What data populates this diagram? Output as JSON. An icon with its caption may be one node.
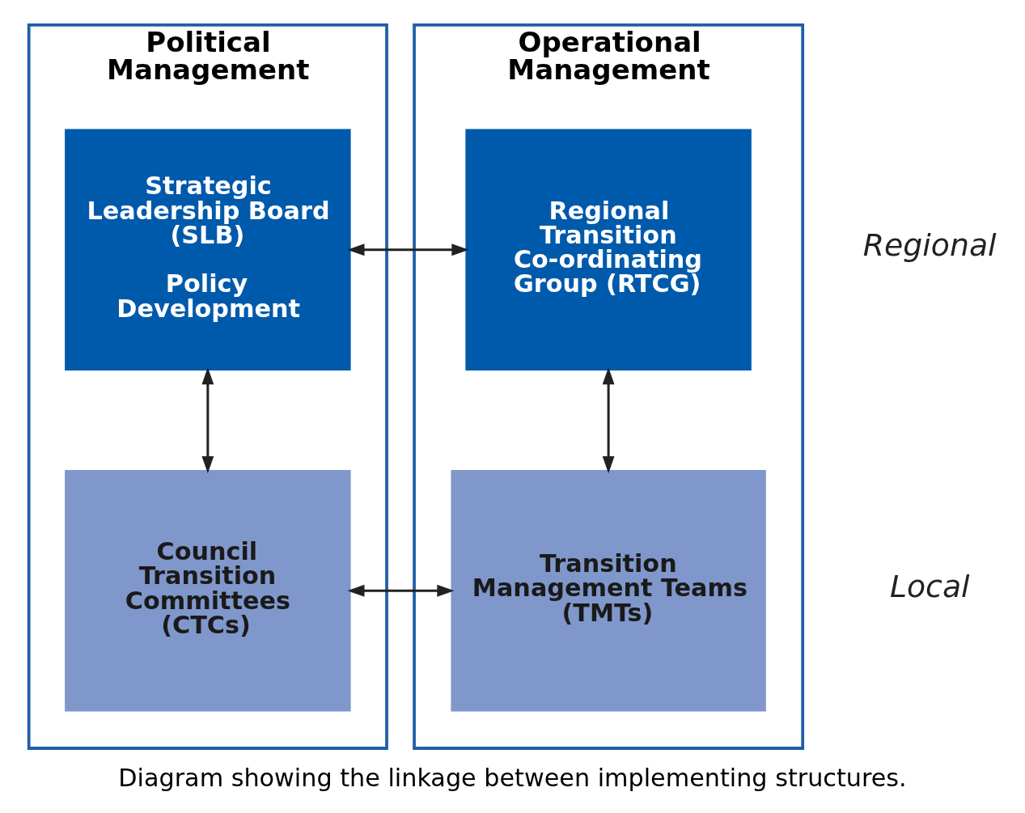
{
  "diagram": {
    "caption": "Diagram showing the linkage between implementing structures.",
    "nodes": [
      {
        "text": [
          "Political Management"
        ]
      },
      {
        "text": [
          "Strategic Leadership Board (SLB)",
          "Policy Development"
        ],
        "in": 0
      },
      {
        "text": [
          "Council Transition Committees (CTCs)"
        ],
        "in": 0
      },
      {
        "text": [
          "Operational Management"
        ]
      },
      {
        "text": [
          "Regional Transition Co-ordinating Group (RTCG)"
        ],
        "in": 3
      },
      {
        "text": [
          "Transition Management Teams (TMTs)"
        ],
        "in": 3
      }
    ],
    "edges": [
      {
        "from": 1,
        "to": 4,
        "arrow": "both"
      },
      {
        "from": 1,
        "to": 2,
        "arrow": "both"
      },
      {
        "from": 4,
        "to": 5,
        "arrow": "both"
      },
      {
        "from": 2,
        "to": 5,
        "arrow": "both"
      }
    ],
    "labels": [
      "Regional",
      "Local"
    ]
  }
}
